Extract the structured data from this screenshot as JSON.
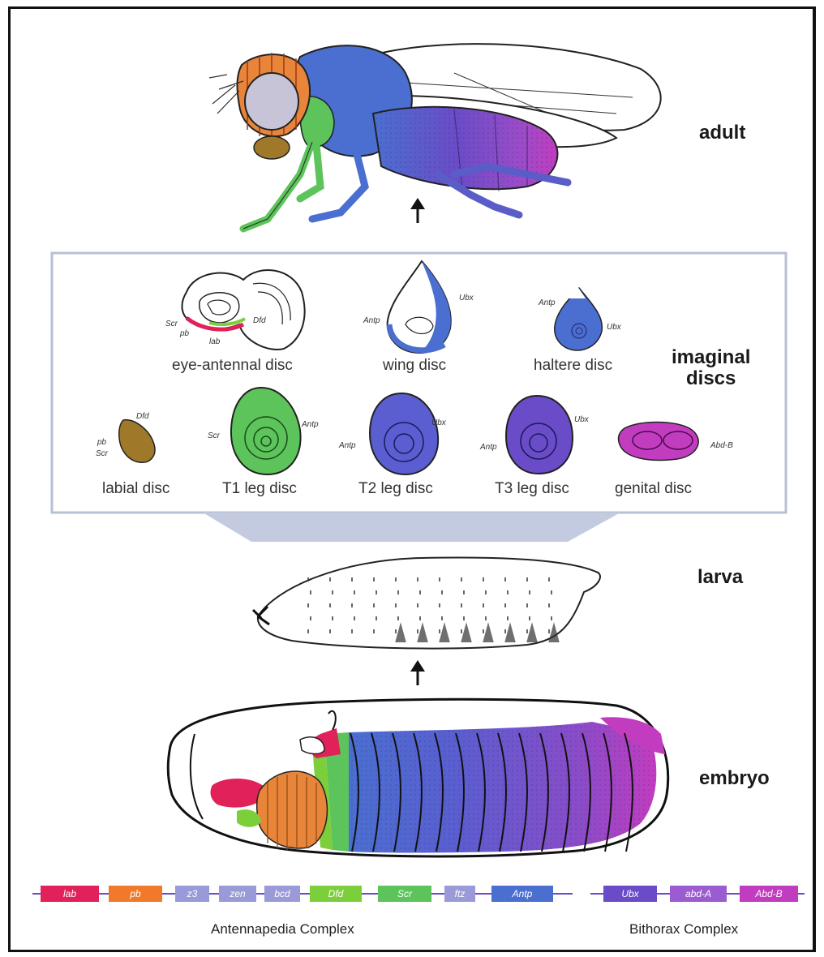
{
  "stages": {
    "adult": "adult",
    "imaginal": "imaginal\ndiscs",
    "larva": "larva",
    "embryo": "embryo"
  },
  "discs": {
    "eye_antennal": {
      "label": "eye-antennal disc",
      "genes": [
        "Scr",
        "pb",
        "lab",
        "Dfd"
      ]
    },
    "wing": {
      "label": "wing disc",
      "genes": [
        "Antp",
        "Ubx"
      ]
    },
    "haltere": {
      "label": "haltere disc",
      "genes": [
        "Antp",
        "Ubx"
      ]
    },
    "labial": {
      "label": "labial disc",
      "genes": [
        "Dfd",
        "pb",
        "Scr"
      ]
    },
    "t1_leg": {
      "label": "T1 leg disc",
      "genes": [
        "Scr",
        "Antp"
      ]
    },
    "t2_leg": {
      "label": "T2 leg disc",
      "genes": [
        "Antp",
        "Ubx"
      ]
    },
    "t3_leg": {
      "label": "T3 leg disc",
      "genes": [
        "Antp",
        "Ubx"
      ]
    },
    "genital": {
      "label": "genital disc",
      "genes": [
        "Abd-B"
      ]
    }
  },
  "antennapedia_complex": {
    "label": "Antennapedia Complex",
    "genes": [
      {
        "name": "lab",
        "color": "#e0215a"
      },
      {
        "name": "pb",
        "color": "#f07a2a"
      },
      {
        "name": "z3",
        "color": "#9a9ad8"
      },
      {
        "name": "zen",
        "color": "#9a9ad8"
      },
      {
        "name": "bcd",
        "color": "#9a9ad8"
      },
      {
        "name": "Dfd",
        "color": "#7ccf3a"
      },
      {
        "name": "Scr",
        "color": "#5cc45a"
      },
      {
        "name": "ftz",
        "color": "#9a9ad8"
      },
      {
        "name": "Antp",
        "color": "#4a6fd0"
      }
    ]
  },
  "bithorax_complex": {
    "label": "Bithorax Complex",
    "genes": [
      {
        "name": "Ubx",
        "color": "#6a4cc8"
      },
      {
        "name": "abd-A",
        "color": "#9a5cd0"
      },
      {
        "name": "Abd-B",
        "color": "#c23cc0"
      }
    ]
  },
  "colors": {
    "lab": "#e0215a",
    "pb": "#f07a2a",
    "Dfd": "#7ccf3a",
    "Scr": "#5cc45a",
    "Antp": "#4a6fd0",
    "Ubx": "#6a4cc8",
    "abd-A": "#9a5cd0",
    "Abd-B": "#c23cc0",
    "labial_disc": "#a0782a",
    "panel_connector": "#c4cbe0"
  }
}
